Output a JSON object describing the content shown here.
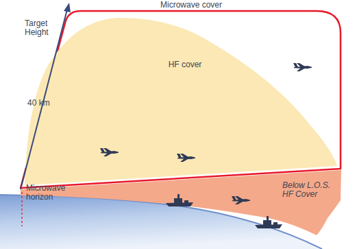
{
  "diagram": {
    "nodes": [
      {
        "text": [
          "Microwave cover"
        ]
      },
      {
        "text": [
          "HF cover"
        ],
        "in": 0
      },
      {
        "text": [
          "Below L.O.S. HF Cover"
        ]
      }
    ],
    "labels": [
      "Target Height",
      "40 km",
      "Microwave horizon"
    ]
  }
}
